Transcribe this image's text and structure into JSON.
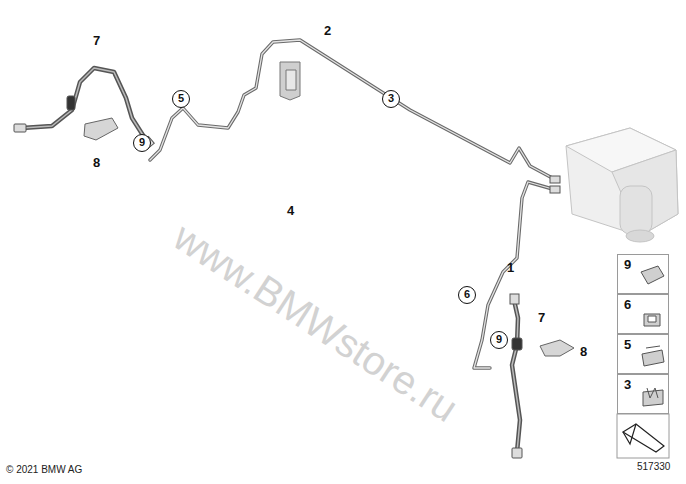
{
  "diagram": {
    "nodes": [
      {
        "text": [
          "5"
        ]
      },
      {
        "text": [
          "3"
        ]
      },
      {
        "text": [
          "9"
        ]
      },
      {
        "text": [
          "6"
        ]
      },
      {
        "text": [
          "9"
        ]
      },
      {
        "text": [
          "9"
        ]
      },
      {
        "text": [
          "6"
        ]
      },
      {
        "text": [
          "5"
        ]
      },
      {
        "text": [
          "3"
        ]
      }
    ],
    "labels": [
      "7",
      "2",
      "4",
      "8",
      "1",
      "7",
      "8",
      "www.BMWstore.ru",
      "© 2021 BMW AG",
      "517330"
    ]
  }
}
